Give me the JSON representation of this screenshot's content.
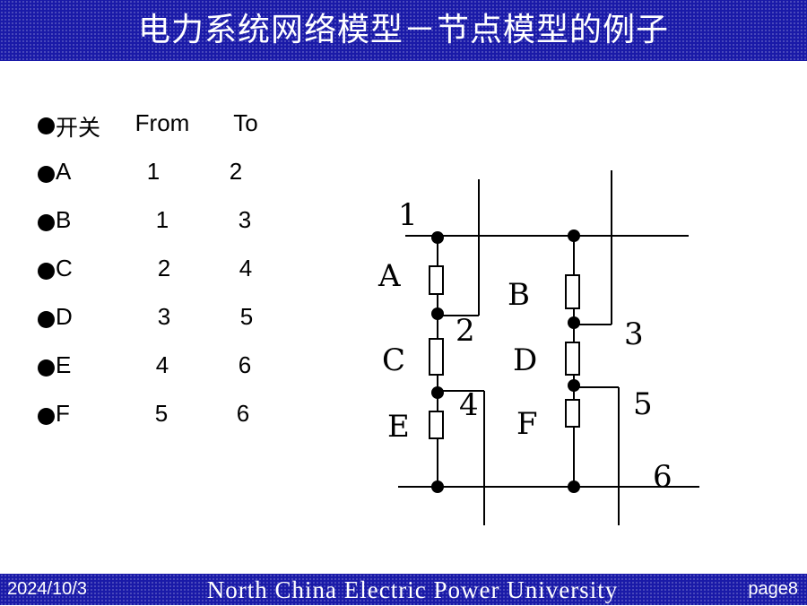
{
  "title": "电力系统网络模型－节点模型的例子",
  "table": {
    "header": {
      "name": "开关",
      "from": "From",
      "to": "To"
    },
    "rows": [
      {
        "name": "A",
        "from": "1",
        "to": "2"
      },
      {
        "name": "B",
        "from": "1",
        "to": "3"
      },
      {
        "name": "C",
        "from": "2",
        "to": "4"
      },
      {
        "name": "D",
        "from": "3",
        "to": "5"
      },
      {
        "name": "E",
        "from": "4",
        "to": "6"
      },
      {
        "name": "F",
        "from": "5",
        "to": "6"
      }
    ]
  },
  "diagram": {
    "node_labels": [
      "1",
      "2",
      "3",
      "4",
      "5",
      "6"
    ],
    "switch_labels": [
      "A",
      "B",
      "C",
      "D",
      "E",
      "F"
    ]
  },
  "footer": {
    "date": "2024/10/3",
    "university": "North China Electric Power University",
    "page": "page8"
  }
}
